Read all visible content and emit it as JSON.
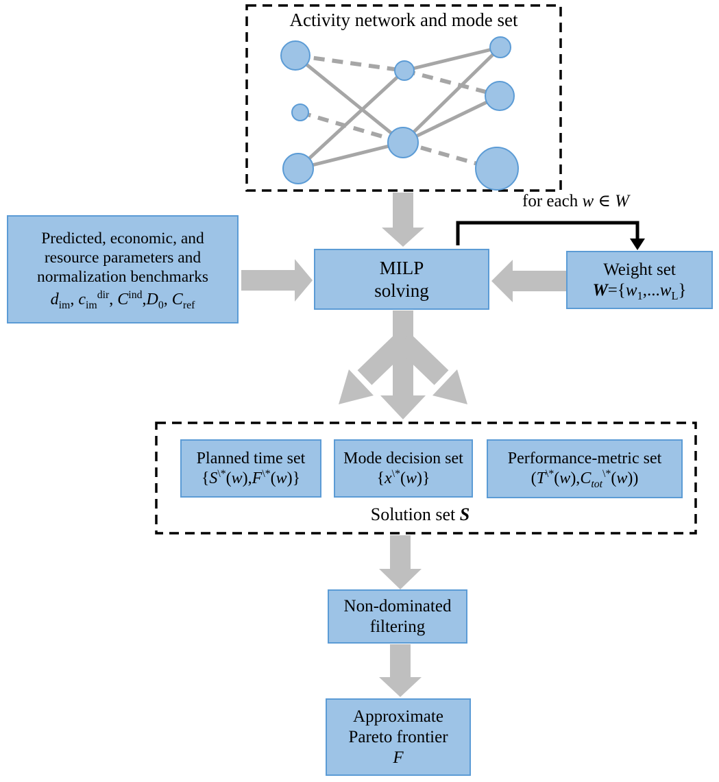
{
  "colors": {
    "box_fill": "#9DC3E6",
    "box_border": "#5B9BD5",
    "arrow_gray": "#BFBFBF",
    "edge_gray": "#A6A6A6"
  },
  "activity_box": {
    "title": "Activity network and mode set"
  },
  "param_box": {
    "lines": [
      "Predicted, economic, and",
      "resource parameters and",
      "normalization benchmarks"
    ],
    "formula": [
      {
        "t": "d",
        "i": true
      },
      {
        "t": "im",
        "v": "sub"
      },
      {
        "t": ", "
      },
      {
        "t": "c",
        "i": true
      },
      {
        "t": "im",
        "v": "sub"
      },
      {
        "t": "dir",
        "v": "sup"
      },
      {
        "t": ", "
      },
      {
        "t": "C",
        "i": true
      },
      {
        "t": "ind",
        "v": "sup"
      },
      {
        "t": ","
      },
      {
        "t": "D",
        "i": true
      },
      {
        "t": "0",
        "v": "sub"
      },
      {
        "t": ", "
      },
      {
        "t": "C",
        "i": true
      },
      {
        "t": "ref",
        "v": "sub"
      }
    ]
  },
  "milp_box": {
    "lines": [
      "MILP",
      "solving"
    ]
  },
  "loop_label": [
    {
      "t": "for each "
    },
    {
      "t": "w",
      "i": true
    },
    {
      "t": " ∈ "
    },
    {
      "t": "W",
      "i": true
    }
  ],
  "weight_box": {
    "title": "Weight set",
    "formula": [
      {
        "t": "W",
        "i": true,
        "b": true
      },
      {
        "t": "={"
      },
      {
        "t": "w",
        "i": true
      },
      {
        "t": "1",
        "v": "sub"
      },
      {
        "t": ",..."
      },
      {
        "t": "w",
        "i": true
      },
      {
        "t": "L",
        "v": "sub"
      },
      {
        "t": "}"
      }
    ]
  },
  "solution_box": {
    "planned": {
      "title": "Planned time set",
      "formula": [
        {
          "t": "{"
        },
        {
          "t": "S",
          "i": true
        },
        {
          "t": "\\*",
          "v": "sup"
        },
        {
          "t": "("
        },
        {
          "t": "w",
          "i": true
        },
        {
          "t": "),"
        },
        {
          "t": "F",
          "i": true
        },
        {
          "t": "\\*",
          "v": "sup"
        },
        {
          "t": "("
        },
        {
          "t": "w",
          "i": true
        },
        {
          "t": ")}"
        }
      ]
    },
    "mode": {
      "title": "Mode decision set",
      "formula": [
        {
          "t": "{"
        },
        {
          "t": "x",
          "i": true
        },
        {
          "t": "\\*",
          "v": "sup"
        },
        {
          "t": "("
        },
        {
          "t": "w",
          "i": true
        },
        {
          "t": ")}"
        }
      ]
    },
    "performance": {
      "title": "Performance-metric set",
      "formula": [
        {
          "t": "("
        },
        {
          "t": "T",
          "i": true
        },
        {
          "t": "\\*",
          "v": "sup"
        },
        {
          "t": "("
        },
        {
          "t": "w",
          "i": true
        },
        {
          "t": "),"
        },
        {
          "t": "C",
          "i": true
        },
        {
          "t": "tot",
          "v": "sub",
          "i": true
        },
        {
          "t": "\\*",
          "v": "sup"
        },
        {
          "t": "("
        },
        {
          "t": "w",
          "i": true
        },
        {
          "t": "))"
        }
      ]
    },
    "caption": [
      {
        "t": "Solution set "
      },
      {
        "t": "S",
        "i": true,
        "b": true
      }
    ]
  },
  "filter_box": {
    "lines": [
      "Non-dominated",
      "filtering"
    ]
  },
  "pareto_box": {
    "lines": [
      "Approximate",
      "Pareto frontier"
    ],
    "symbol": [
      {
        "t": "F",
        "i": true
      }
    ]
  }
}
